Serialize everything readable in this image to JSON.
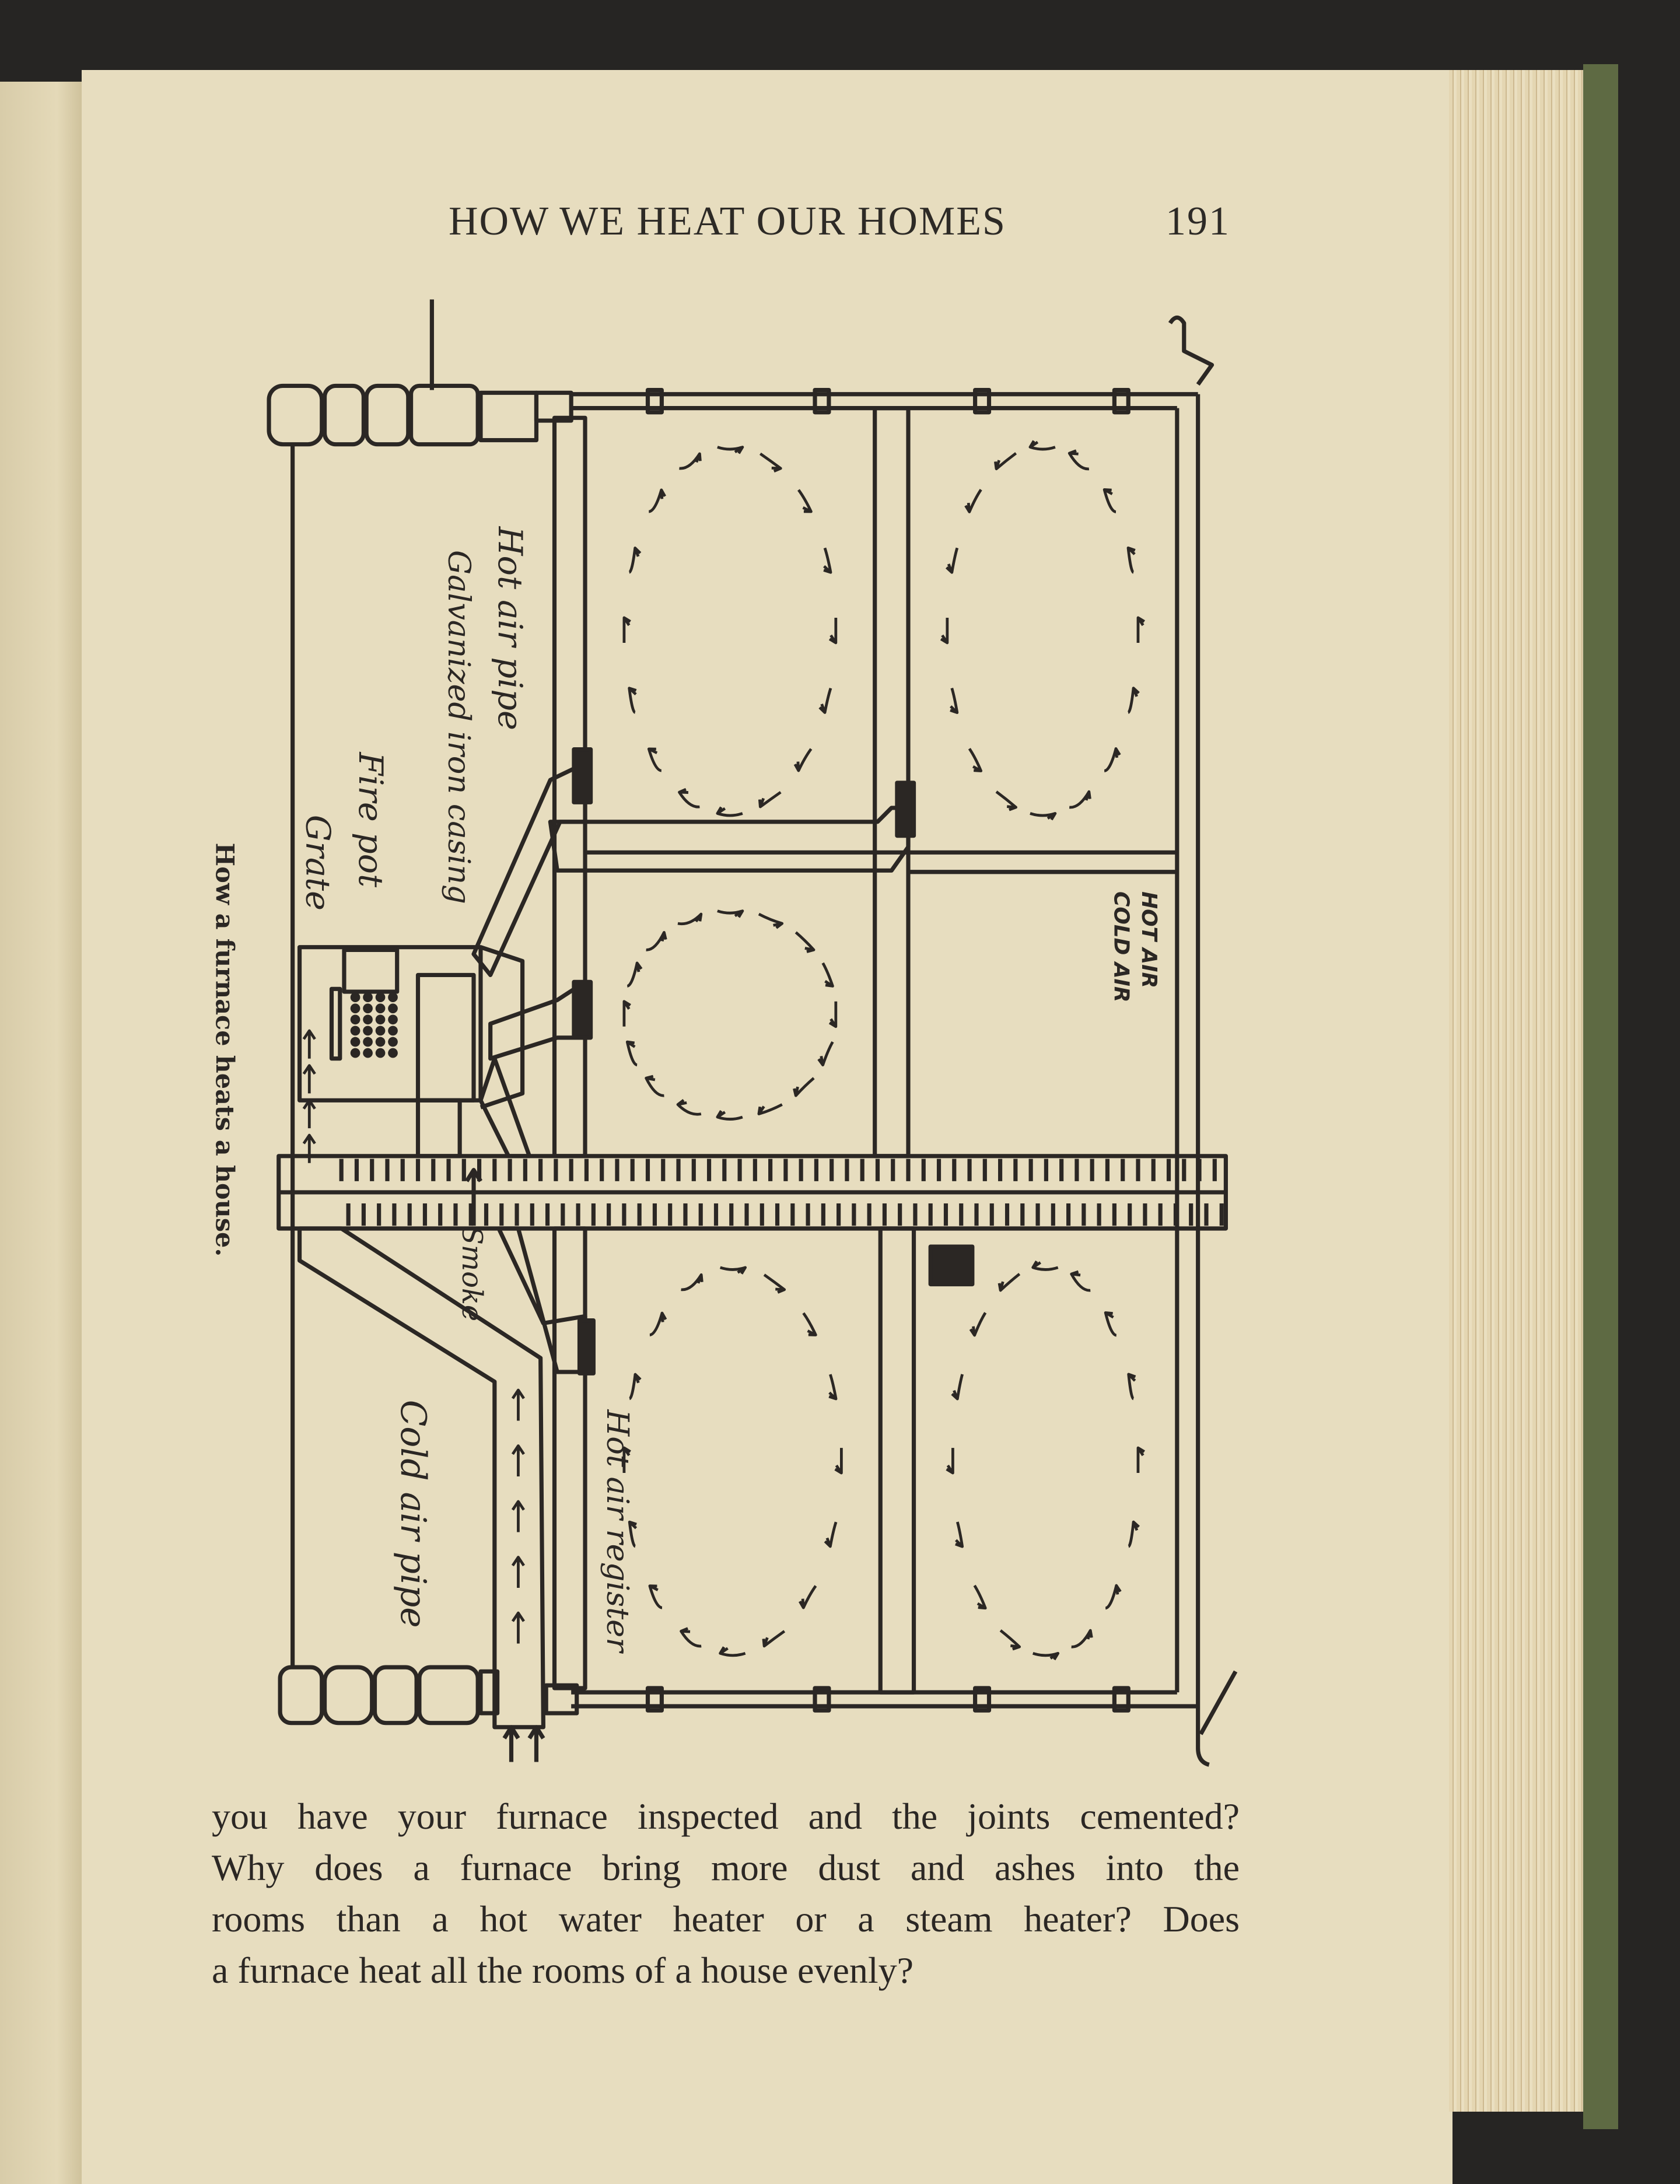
{
  "header": {
    "title": "HOW WE HEAT OUR HOMES",
    "page_number": "191"
  },
  "figure": {
    "caption": "How a furnace heats a house.",
    "labels": {
      "hot_air_pipe": "Hot air pipe",
      "casing": "Galvanized iron casing",
      "fire_pot": "Fire pot",
      "grate": "Grate",
      "smoke": "Smoke",
      "cold_air_pipe": "Cold air pipe",
      "hot_air_register": "Hot air register"
    },
    "legend": {
      "hot_air": "HOT AIR",
      "cold_air": "COLD AIR"
    }
  },
  "body": {
    "lines": [
      "you have your furnace inspected and the joints cemented?",
      "Why does a furnace bring more dust and ashes into the",
      "rooms than a hot water heater or a steam heater?  Does",
      "a furnace heat all the rooms of a house evenly?"
    ]
  }
}
